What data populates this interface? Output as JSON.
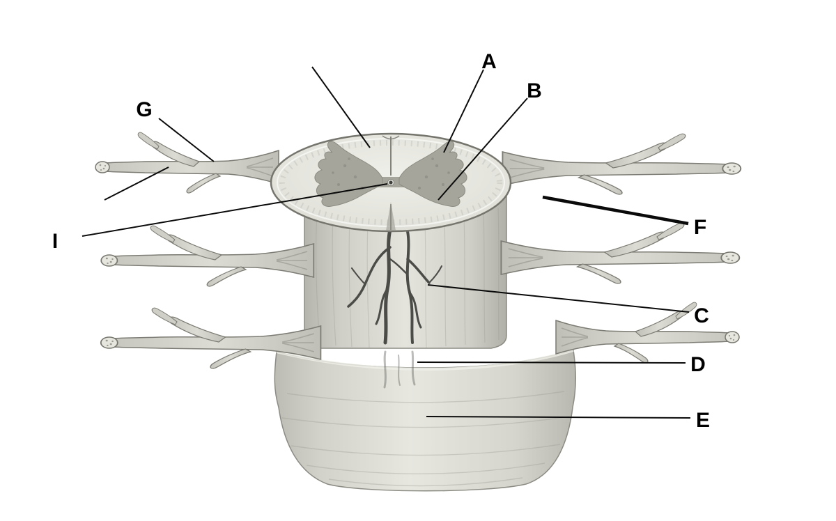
{
  "canvas": {
    "background": "#ffffff",
    "ink": "#000000",
    "illustration_gray": "#d5d5ce",
    "gray_matter": "#a5a59c",
    "vessel_color": "#4b4b47"
  },
  "labels": {
    "A": "A",
    "B": "B",
    "C": "C",
    "D": "D",
    "E": "E",
    "F": "F",
    "G": "G",
    "I": "I"
  }
}
